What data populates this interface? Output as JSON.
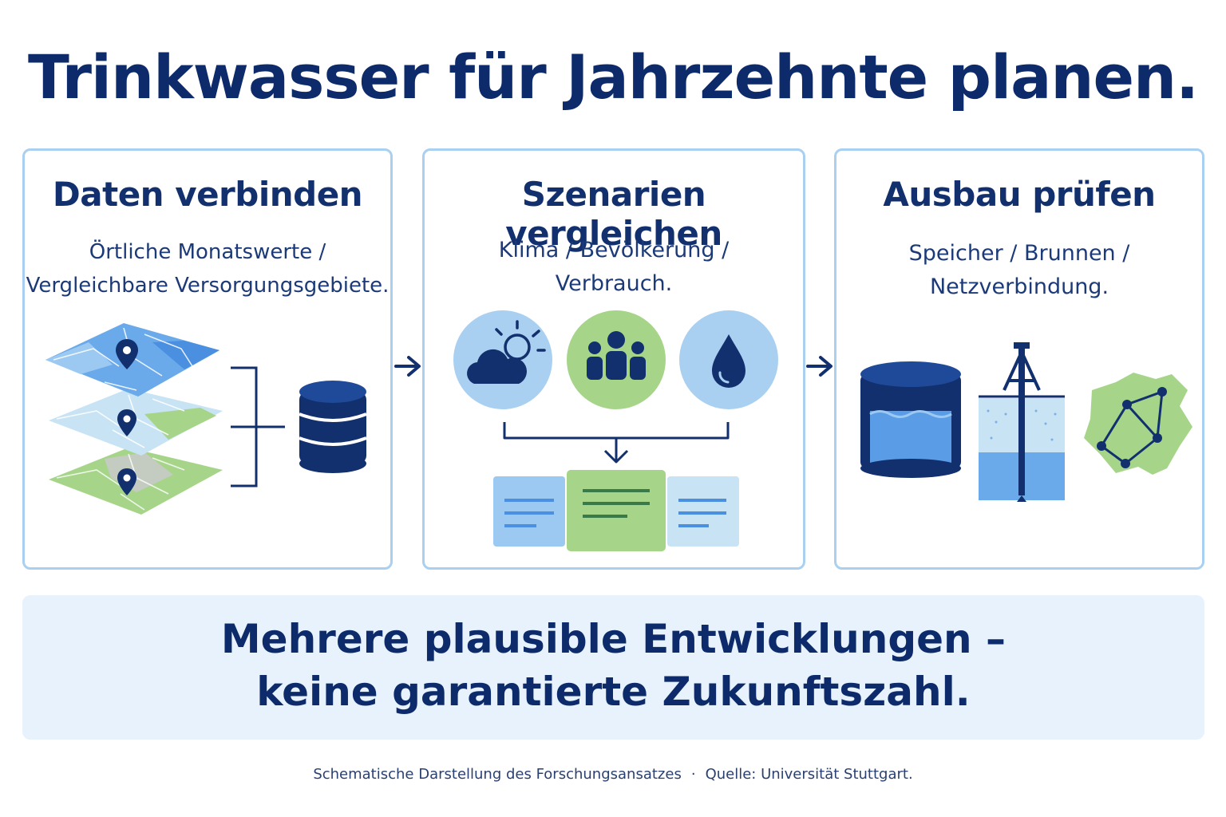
{
  "title": "Trinkwasser für Jahrzehnte planen.",
  "panels": [
    {
      "title": "Daten verbinden",
      "lines": [
        "Örtliche Monatswerte /",
        "Vergleichbare Versorgungsgebiete."
      ],
      "icons": [
        "map-layers-icon",
        "location-pin-icon",
        "database-icon"
      ]
    },
    {
      "title": "Szenarien vergleichen",
      "lines": [
        "Klima / Bevölkerung /",
        "Verbrauch."
      ],
      "icons": [
        "weather-cloud-sun-icon",
        "people-group-icon",
        "water-drop-icon",
        "scenario-cards-icon"
      ]
    },
    {
      "title": "Ausbau prüfen",
      "lines": [
        "Speicher / Brunnen /",
        "Netzverbindung."
      ],
      "icons": [
        "water-tank-icon",
        "well-icon",
        "network-map-icon"
      ]
    }
  ],
  "banner": {
    "line1": "Mehrere plausible Entwicklungen –",
    "line2": "keine garantierte Zukunftszahl."
  },
  "footer": {
    "left": "Schematische Darstellung des Forschungsansatzes",
    "separator": "·",
    "right": "Quelle: Universität Stuttgart."
  },
  "colors": {
    "navy": "#12306e",
    "blue": "#4a8fe0",
    "light_blue": "#a9d0f1",
    "green": "#a6d58a",
    "banner_bg": "#e7f2fc"
  }
}
